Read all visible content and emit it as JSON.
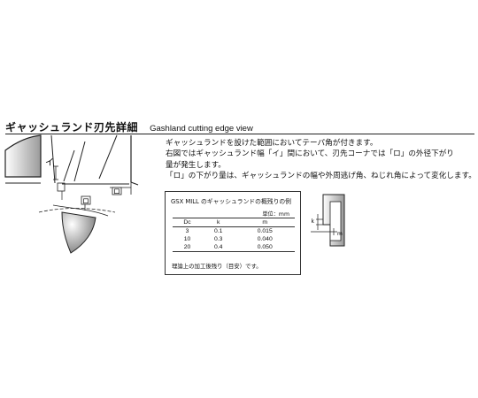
{
  "header": {
    "title_jp": "ギャッシュランド刃先詳細",
    "title_en": "Gashland cutting edge view"
  },
  "description": [
    "ギャッシュランドを設けた範囲においてテーパ角が付きます。",
    "右図ではギャッシュランド幅「イ」間において、刃先コーナでは「ロ」の外径下がり",
    "量が発生します。",
    "「ロ」の下がり量は、ギャッシュランドの幅や外周逃げ角、ねじれ角によって変化します。"
  ],
  "diagram": {
    "label_i": "イ",
    "label_ro": "ロ"
  },
  "table_box": {
    "title": "GSX MILL のギャッシュランドの概残りの例",
    "unit": "単位：mm",
    "columns": [
      "Dc",
      "k",
      "m"
    ],
    "rows": [
      [
        "3",
        "0.1",
        "0.015"
      ],
      [
        "10",
        "0.3",
        "0.040"
      ],
      [
        "20",
        "0.4",
        "0.050"
      ]
    ],
    "note": "理論上の加工後残り（目安）です。"
  },
  "side_diagram": {
    "label_k": "k",
    "label_m": "m"
  }
}
